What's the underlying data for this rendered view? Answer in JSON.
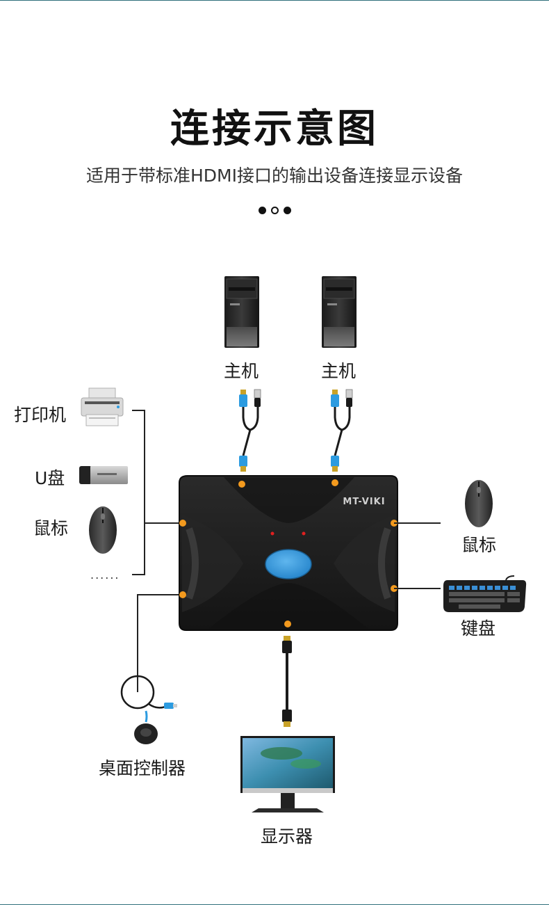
{
  "title": "连接示意图",
  "subtitle": "适用于带标准HDMI接口的输出设备连接显示设备",
  "device": {
    "brand": "MT-VIKI"
  },
  "hosts": [
    {
      "label": "主机"
    },
    {
      "label": "主机"
    }
  ],
  "left_peripherals": [
    {
      "label": "打印机",
      "icon": "printer-icon"
    },
    {
      "label": "U盘",
      "icon": "usb-drive-icon"
    },
    {
      "label": "鼠标",
      "icon": "mouse-icon"
    },
    {
      "label": "......",
      "icon": "more-dots"
    }
  ],
  "right_peripherals": [
    {
      "label": "鼠标",
      "icon": "mouse-icon"
    },
    {
      "label": "键盘",
      "icon": "keyboard-icon"
    }
  ],
  "controller": {
    "label": "桌面控制器",
    "icon": "desktop-controller-icon"
  },
  "monitor": {
    "label": "显示器",
    "icon": "monitor-icon"
  },
  "colors": {
    "port_dot": "#f39a1e",
    "button_blue": "#2b8fd6",
    "cable_blue": "#2c9be0",
    "device_body": "#1c1c1c",
    "line": "#222222",
    "edge_line": "#2f6f7a"
  }
}
